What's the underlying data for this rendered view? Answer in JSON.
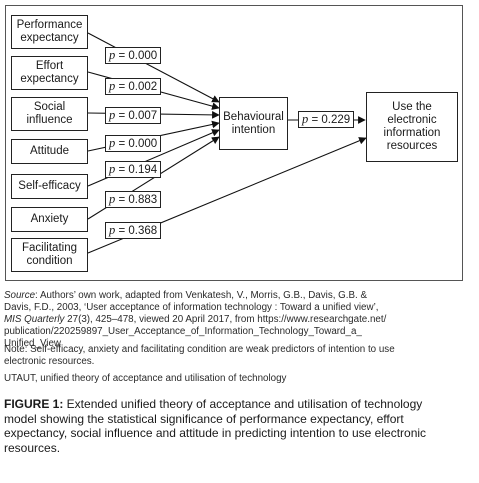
{
  "diagram": {
    "predictors": [
      {
        "label_lines": [
          "Performance",
          "expectancy"
        ],
        "p_label": "p = 0.000"
      },
      {
        "label_lines": [
          "Effort",
          "expectancy"
        ],
        "p_label": "p = 0.002"
      },
      {
        "label_lines": [
          "Social",
          "influence"
        ],
        "p_label": "p = 0.007"
      },
      {
        "label_lines": [
          "Attitude"
        ],
        "p_label": "p = 0.000"
      },
      {
        "label_lines": [
          "Self-efficacy"
        ],
        "p_label": "p = 0.194"
      },
      {
        "label_lines": [
          "Anxiety"
        ],
        "p_label": "p = 0.883"
      },
      {
        "label_lines": [
          "Facilitating",
          "condition"
        ],
        "p_label": "p = 0.368"
      }
    ],
    "intention": {
      "label_lines": [
        "Behavioural",
        "intention"
      ]
    },
    "intention_to_use_p": "p = 0.229",
    "outcome": {
      "label_lines": [
        "Use the",
        "electronic",
        "information",
        "resources"
      ]
    }
  },
  "source": {
    "label": "Source",
    "lines": [
      ": Authors’ own work, adapted from Venkatesh, V., Morris, G.B., Davis, G.B. &",
      "Davis, F.D., 2003, ‘User acceptance of information technology : Toward a unified view’,",
      "27(3), 425–478, viewed 20 April 2017, from https://www.researchgate.net/",
      "publication/220259897_User_Acceptance_of_Information_Technology_Toward_a_",
      "Unified_View"
    ],
    "journal": "MIS Quarterly"
  },
  "note": {
    "lines": [
      "Note: Self-efficacy, anxiety and facilitating condition are weak predictors of intention to use",
      "electronic resources."
    ]
  },
  "abbreviation": "UTAUT, unified theory of acceptance and utilisation of technology",
  "caption": {
    "label": "FIGURE 1:",
    "lines": [
      " Extended unified theory of acceptance and utilisation of technology",
      "model showing the statistical significance of performance expectancy, effort",
      "expectancy, social influence and attitude in predicting intention to use electronic",
      "resources."
    ]
  }
}
